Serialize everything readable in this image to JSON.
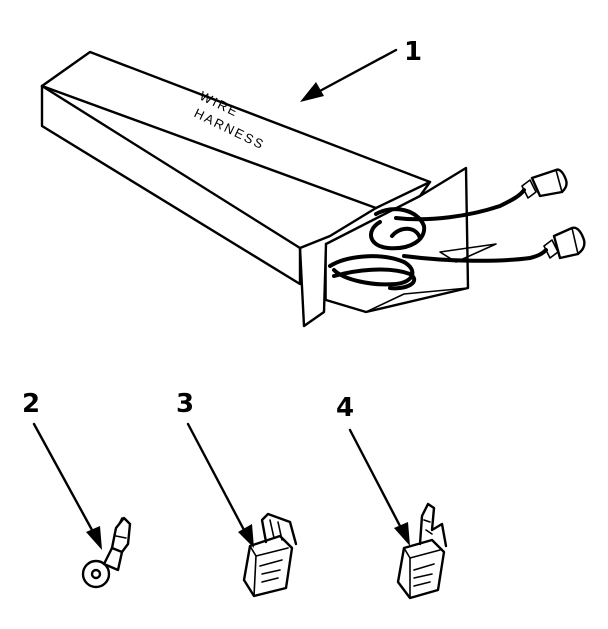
{
  "parts": [
    {
      "callout": "1",
      "box_text_line1": "WIRE",
      "box_text_line2": "HARNESS"
    },
    {
      "callout": "2"
    },
    {
      "callout": "3"
    },
    {
      "callout": "4"
    }
  ]
}
